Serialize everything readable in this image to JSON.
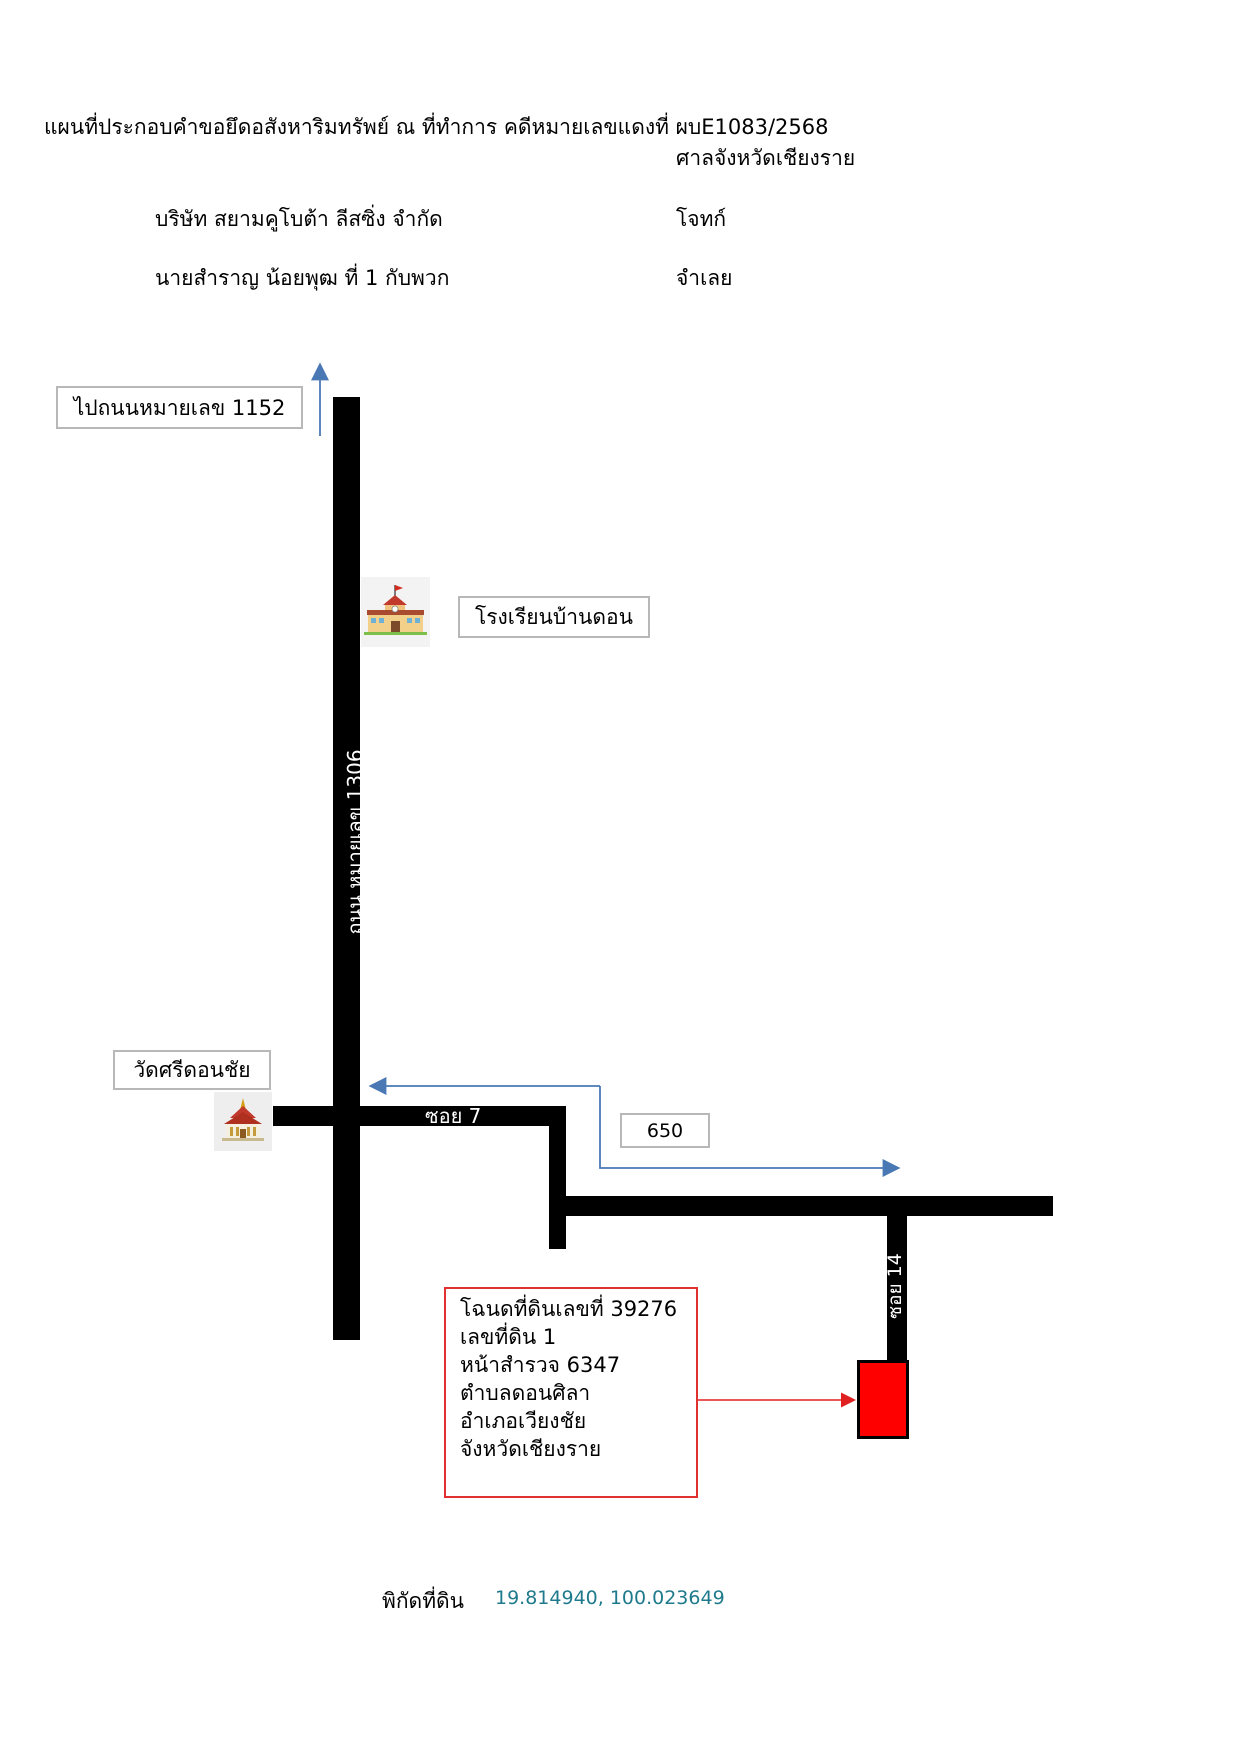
{
  "header": {
    "title": "แผนที่ประกอบคำขอยึดอสังหาริมทรัพย์ ณ ที่ทำการ คดีหมายเลขแดงที่ ผบE1083/2568",
    "court": "ศาลจังหวัดเชียงราย",
    "plaintiff_name": "บริษัท สยามคูโบต้า ลีสซิ่ง จำกัด",
    "plaintiff_role": "โจทก์",
    "defendant_name": "นายสำราญ น้อยพุฒ ที่ 1 กับพวก",
    "defendant_role": "จำเลย"
  },
  "map": {
    "to_highway_label": "ไปถนนหมายเลข 1152",
    "main_road_label": "ถนน หมายเลข 1306",
    "school_label": "โรงเรียนบ้านดอน",
    "temple_label": "วัดศรีดอนชัย",
    "soi7_label": "ซอย 7",
    "distance_label": "650",
    "soi14_label": "ซอย 14",
    "school_icon": "school-building-icon",
    "temple_icon": "temple-icon",
    "route_arrow_color": "#4a78b5",
    "pointer_arrow_color": "#e02020",
    "land_plot_color": "#ff0000"
  },
  "deed": {
    "lines": [
      "โฉนดที่ดินเลขที่ 39276",
      "เลขที่ดิน 1",
      "หน้าสำรวจ 6347",
      "ตำบลดอนศิลา",
      "อำเภอเวียงชัย",
      "จังหวัดเชียงราย"
    ]
  },
  "coordinates": {
    "label": "พิกัดที่ดิน",
    "value": "19.814940, 100.023649",
    "value_color": "#1f7a8c"
  }
}
